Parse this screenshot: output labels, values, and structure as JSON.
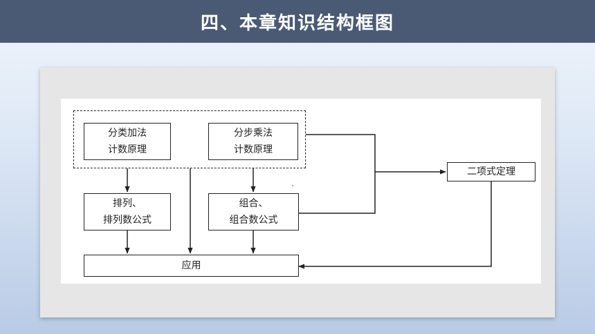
{
  "title": "四、本章知识结构框图",
  "diagram": {
    "nodes": {
      "addition_principle": "分类加法\n计数原理",
      "multiplication_principle": "分步乘法\n计数原理",
      "permutation": "排列、\n排列数公式",
      "combination": "组合、\n组合数公式",
      "binomial_theorem": "二项式定理",
      "application": "应用"
    },
    "edges": [
      {
        "from": "addition_principle",
        "to": "permutation"
      },
      {
        "from": "multiplication_principle",
        "to": "combination"
      },
      {
        "from": "principles_group",
        "to": "application"
      },
      {
        "from": "permutation",
        "to": "application"
      },
      {
        "from": "combination",
        "to": "application"
      },
      {
        "from": "multiplication_principle",
        "to": "binomial_theorem"
      },
      {
        "from": "combination",
        "to": "binomial_theorem"
      },
      {
        "from": "binomial_theorem",
        "to": "application"
      }
    ]
  }
}
